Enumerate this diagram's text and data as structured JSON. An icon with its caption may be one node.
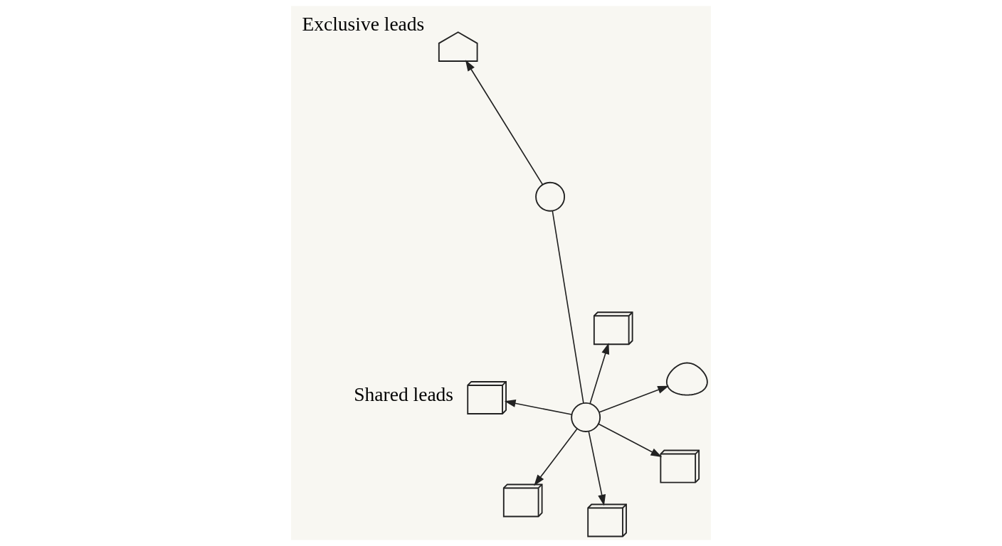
{
  "diagram": {
    "nodes": [
      {
        "text": [],
        "shape": "truck"
      },
      {
        "text": [],
        "shape": "truck"
      },
      {
        "text": [],
        "shape": "box"
      },
      {
        "text": [],
        "shape": "circle"
      },
      {
        "text": [],
        "shape": "circle"
      },
      {
        "text": [],
        "shape": "house"
      },
      {
        "text": [],
        "shape": "box"
      },
      {
        "text": [],
        "shape": "person"
      },
      {
        "text": [],
        "shape": "box"
      }
    ],
    "edges": [
      {
        "from": 3,
        "to": 0,
        "arrow": "to"
      },
      {
        "from": 3,
        "to": 1,
        "arrow": "to"
      },
      {
        "from": 3,
        "to": 2,
        "arrow": "to"
      },
      {
        "from": 3,
        "to": 6,
        "arrow": "to"
      },
      {
        "from": 3,
        "to": 8,
        "arrow": "to"
      },
      {
        "from": 3,
        "to": 7,
        "arrow": "to"
      },
      {
        "from": 3,
        "to": 4,
        "arrow": "none"
      },
      {
        "from": 4,
        "to": 5,
        "arrow": "to"
      }
    ],
    "labels": [
      "Shared leads",
      "Exclusive leads"
    ]
  }
}
